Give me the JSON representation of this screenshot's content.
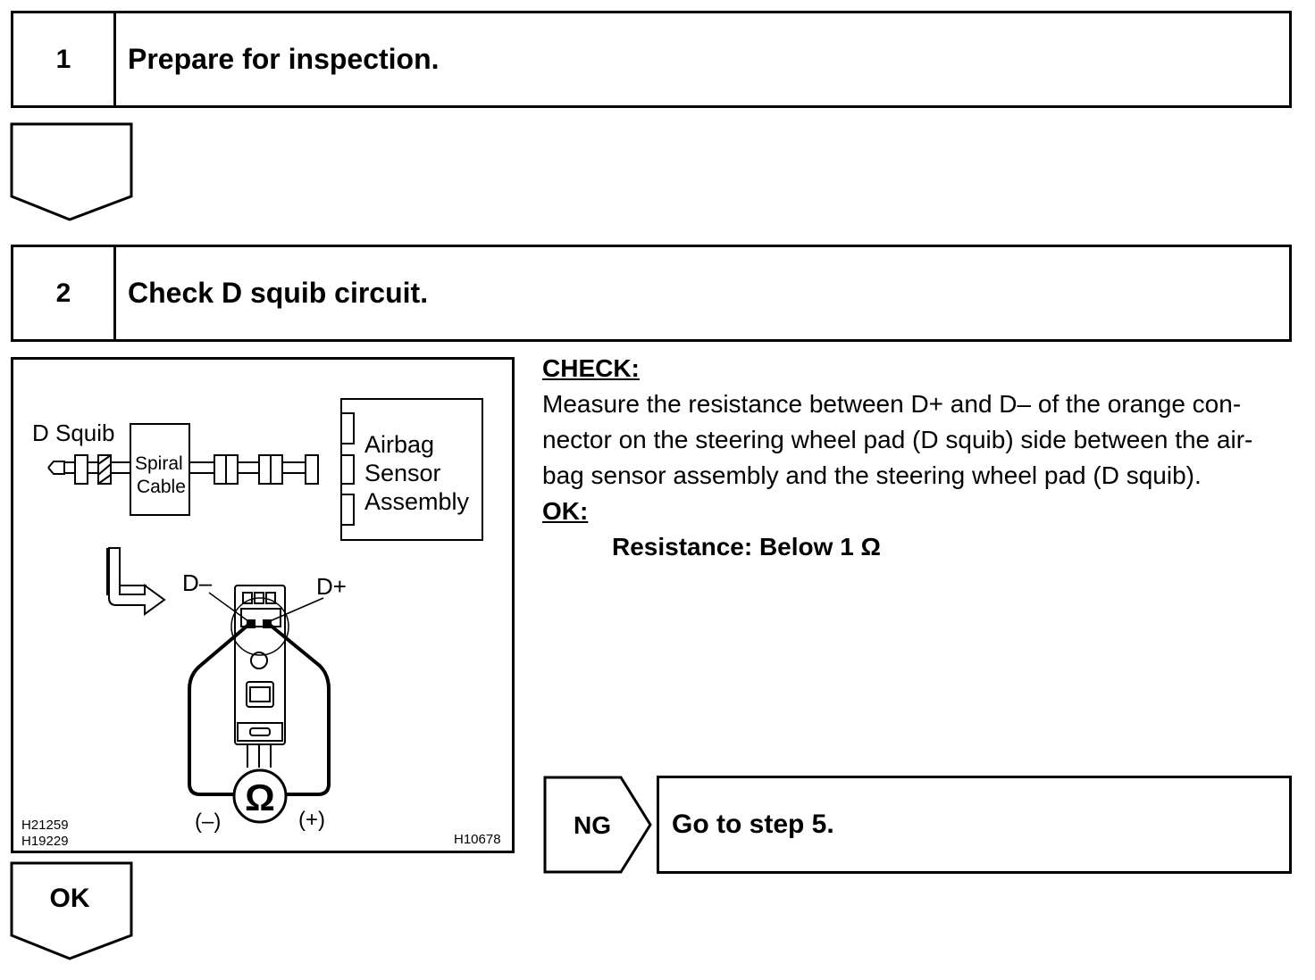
{
  "step1": {
    "number": "1",
    "title": "Prepare for inspection."
  },
  "step2": {
    "number": "2",
    "title": "Check D squib circuit."
  },
  "check": {
    "heading": "CHECK:",
    "line1": "Measure the resistance between D+ and D– of the orange con-",
    "line2": "nector on the steering wheel pad (D squib) side between the air-",
    "line3": "bag sensor assembly and the steering wheel pad (D squib).",
    "ok_heading": "OK:",
    "spec": "Resistance: Below 1 Ω"
  },
  "diagram": {
    "d_squib": "D Squib",
    "spiral": "Spiral",
    "cable": "Cable",
    "airbag": "Airbag",
    "sensor": "Sensor",
    "assembly": "Assembly",
    "d_minus": "D–",
    "d_plus": "D+",
    "ohm": "Ω",
    "neg": "(–)",
    "pos": "(+)",
    "code1": "H21259",
    "code2": "H19229",
    "code3": "H10678"
  },
  "ng": {
    "label": "NG",
    "action": "Go to step 5."
  },
  "ok": {
    "label": "OK"
  }
}
